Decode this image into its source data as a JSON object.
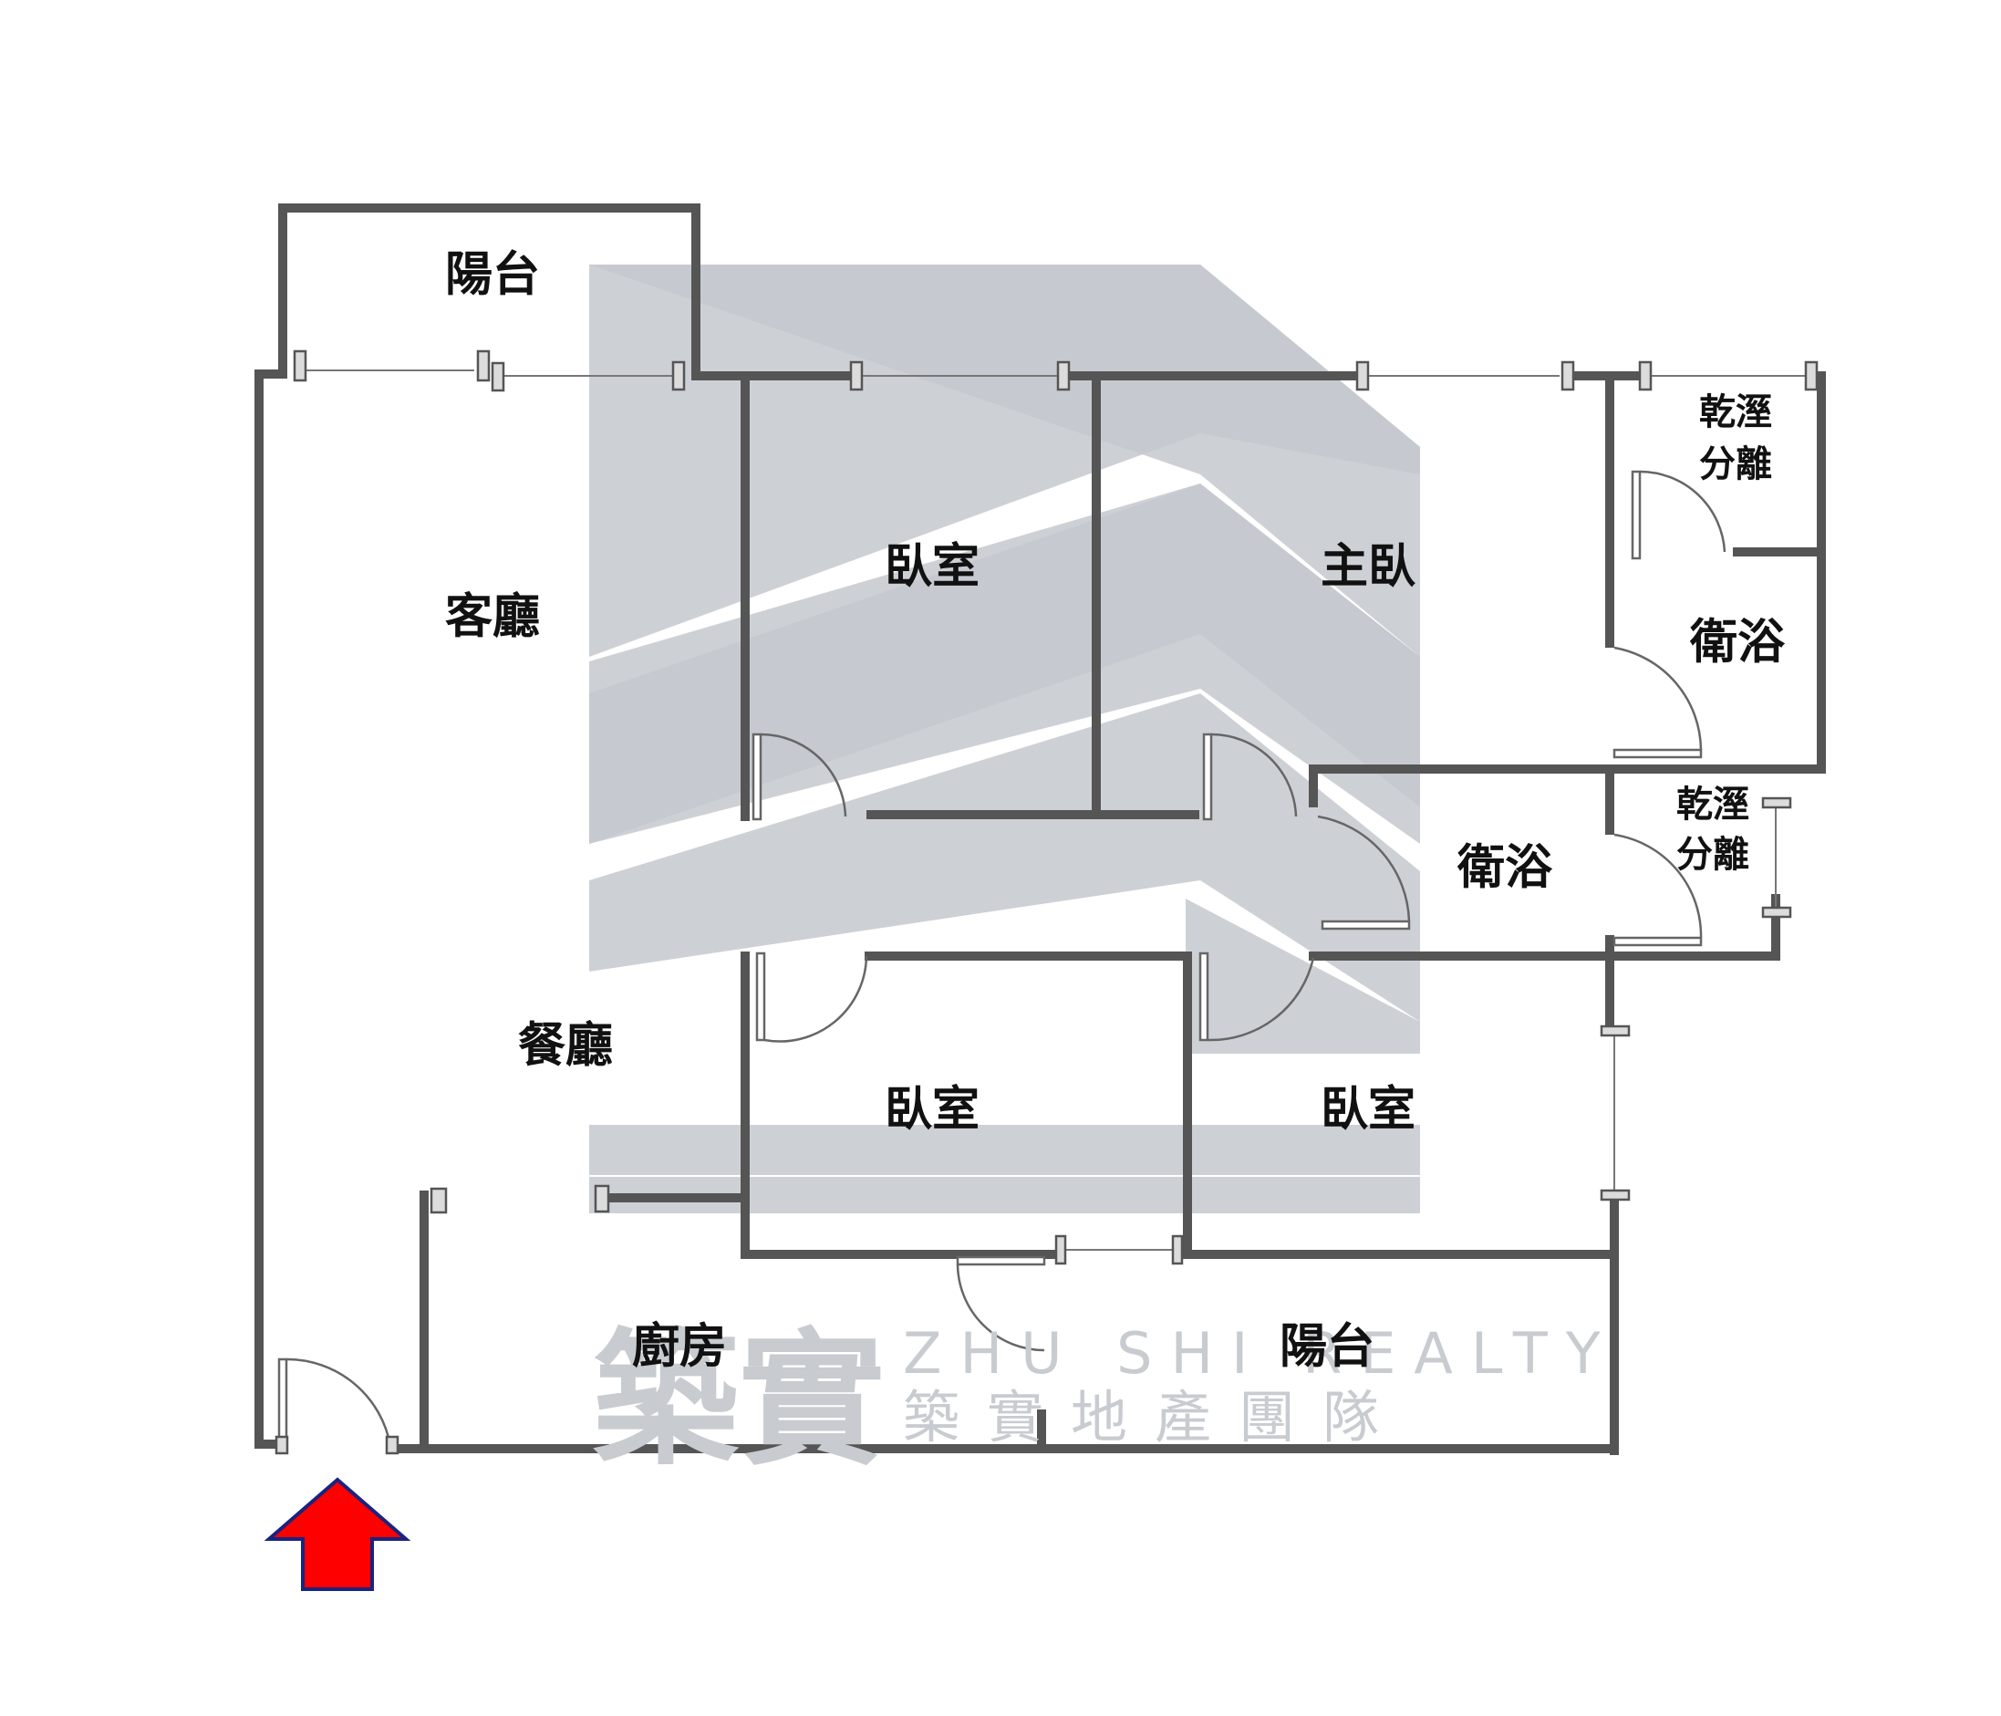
{
  "rooms": {
    "balcony_top": "陽台",
    "living_room": "客廳",
    "bedroom_1": "臥室",
    "master_bedroom": "主臥",
    "dry_wet_1_line1": "乾溼",
    "dry_wet_1_line2": "分離",
    "bath_1": "衛浴",
    "bath_2": "衛浴",
    "dry_wet_2_line1": "乾溼",
    "dry_wet_2_line2": "分離",
    "dining_room": "餐廳",
    "bedroom_2": "臥室",
    "bedroom_3": "臥室",
    "kitchen": "廚房",
    "balcony_bottom": "陽台"
  },
  "watermark": {
    "logo_chars": "築實",
    "english": "ZHU SHI REALTY",
    "chinese": "築實地產團隊"
  },
  "colors": {
    "wall": "#555555",
    "watermark": "#c4c9cf",
    "entrance_arrow_fill": "#ff0000",
    "entrance_arrow_stroke": "#1a237e"
  },
  "icons": {
    "entrance": "entrance-arrow-icon"
  }
}
